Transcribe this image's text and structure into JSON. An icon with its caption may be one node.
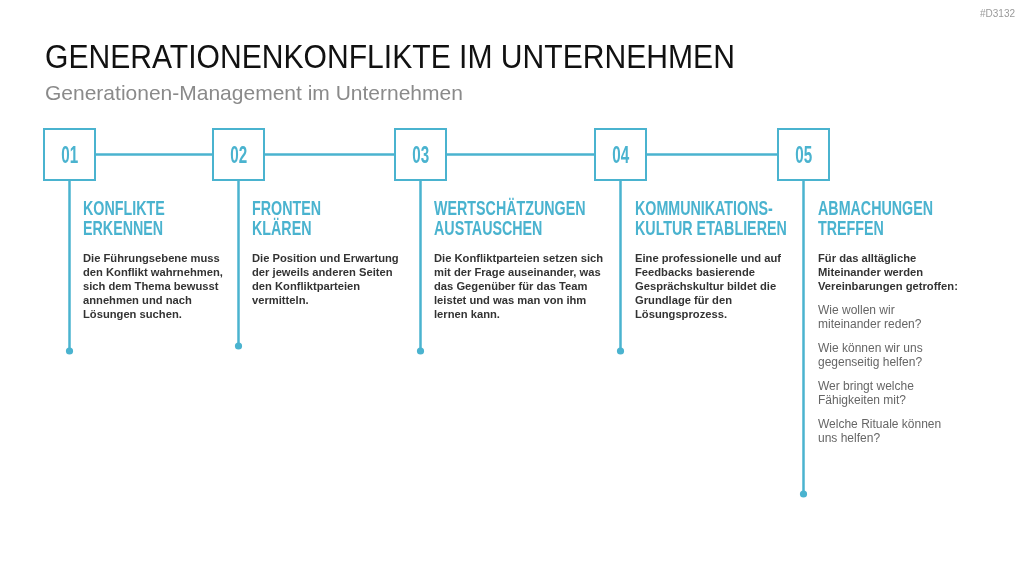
{
  "diagram": {
    "title": "GENERATIONENKONFLIKTE IM UNTERNEHMEN",
    "nodes": [
      {
        "text": [
          "01"
        ],
        "beside": [
          "KONFLIKTE ERKENNEN",
          "Die Führungsebene muss den Konflikt wahrnehmen, sich dem Thema bewusst annehmen und nach Lösungen suchen."
        ]
      },
      {
        "text": [
          "02"
        ],
        "beside": [
          "FRONTEN KLÄREN",
          "Die Position und Erwartung der jeweils anderen Seiten den Konfliktparteien vermitteln."
        ]
      },
      {
        "text": [
          "03"
        ],
        "beside": [
          "WERTSCHÄTZUNGEN AUSTAUSCHEN",
          "Die Konfliktparteien setzen sich mit der Frage auseinander, was das Gegenüber für das Team leistet und was man von ihm lernen kann."
        ]
      },
      {
        "text": [
          "04"
        ],
        "beside": [
          "KOMMUNIKATIONS- KULTUR ETABLIEREN",
          "Eine professionelle und auf Feedbacks basierende Gesprächskultur bildet die Grundlage für den Lösungsprozess."
        ]
      },
      {
        "text": [
          "05"
        ],
        "beside": [
          "ABMACHUNGEN TREFFEN",
          "Für das alltägliche Miteinander werden Vereinbarungen getroffen:",
          "Wie wollen wir miteinander reden?",
          "Wie können wir uns gegenseitig helfen?",
          "Wer bringt welche Fähigkeiten mit?",
          "Welche Rituale können uns helfen?"
        ]
      }
    ],
    "edges": [
      {
        "from": 0,
        "to": 1,
        "arrow": "none"
      },
      {
        "from": 1,
        "to": 2,
        "arrow": "none"
      },
      {
        "from": 2,
        "to": 3,
        "arrow": "none"
      },
      {
        "from": 3,
        "to": 4,
        "arrow": "none"
      },
      {
        "from": 0,
        "to": null,
        "arrow": "other"
      },
      {
        "from": 1,
        "to": null,
        "arrow": "other"
      },
      {
        "from": 2,
        "to": null,
        "arrow": "other"
      },
      {
        "from": 3,
        "to": null,
        "arrow": "other"
      },
      {
        "from": 4,
        "to": null,
        "arrow": "other"
      }
    ],
    "labels": [
      "#D3132",
      "Generationen-Management im Unternehmen"
    ]
  }
}
